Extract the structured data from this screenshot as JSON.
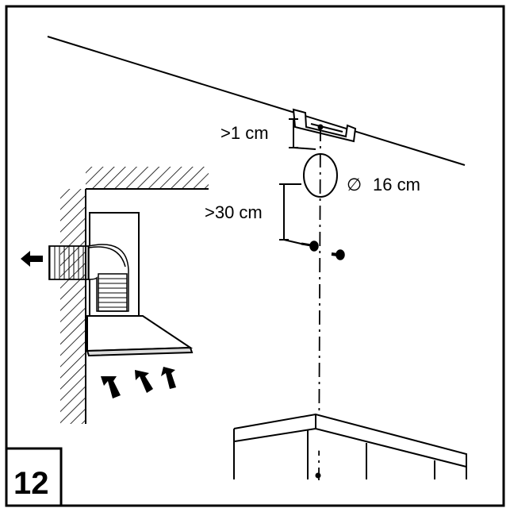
{
  "figure": {
    "step_number": "12",
    "labels": {
      "bracket_clearance": ">1 cm",
      "duct_diameter_symbol": "∅",
      "duct_diameter": "16 cm",
      "mount_height": ">30 cm"
    }
  },
  "icons": [
    "air-outflow-arrow-icon",
    "air-inflow-arrow-icon",
    "screw-icon",
    "wall-plug-icon"
  ]
}
